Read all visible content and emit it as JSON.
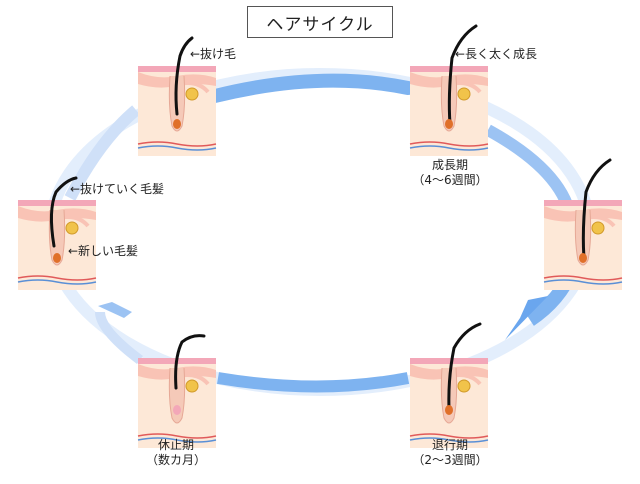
{
  "title": "ヘアサイクル",
  "annotations": {
    "falling_hair": "←抜け毛",
    "growing_thick_long": "←長く太く成長",
    "hair_falling_out": "←抜けていく毛髪",
    "new_hair": "←新しい毛髪"
  },
  "phases": [
    {
      "id": "anagen",
      "name": "成長期",
      "duration": "（4〜6週間）"
    },
    {
      "id": "catagen",
      "name": "退行期",
      "duration": "（2〜3週間）"
    },
    {
      "id": "telogen",
      "name": "休止期",
      "duration": "（数カ月）"
    }
  ],
  "colors": {
    "arrow": "#7eb3f0",
    "arrow_light": "#e3eefc",
    "skin_top": "#f3a7b8",
    "skin_body": "#fde8d7",
    "skin_layer": "#f9c3b5",
    "gland": "#f1c34a",
    "hair": "#111111",
    "vessel_red": "#e05a5a",
    "vessel_blue": "#5a8fd6"
  }
}
